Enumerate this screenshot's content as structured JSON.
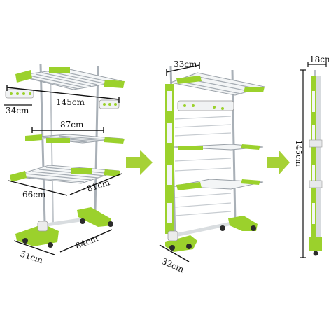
{
  "colors": {
    "accent": "#9bd12c",
    "arrow": "#a6d136",
    "steel": "#b9bfc6",
    "wheel": "#2b2b2b",
    "base_light": "#eef3ea"
  },
  "figure": {
    "open": {
      "width": "145cm",
      "shelf_middle": "87cm",
      "wing": "34cm",
      "shelf_depth": "66cm",
      "shelf_length": "81cm",
      "base_depth": "51cm",
      "base_length": "84cm"
    },
    "half": {
      "top": "33cm",
      "base": "32cm"
    },
    "folded": {
      "width": "18cm",
      "height": "145cm"
    }
  }
}
